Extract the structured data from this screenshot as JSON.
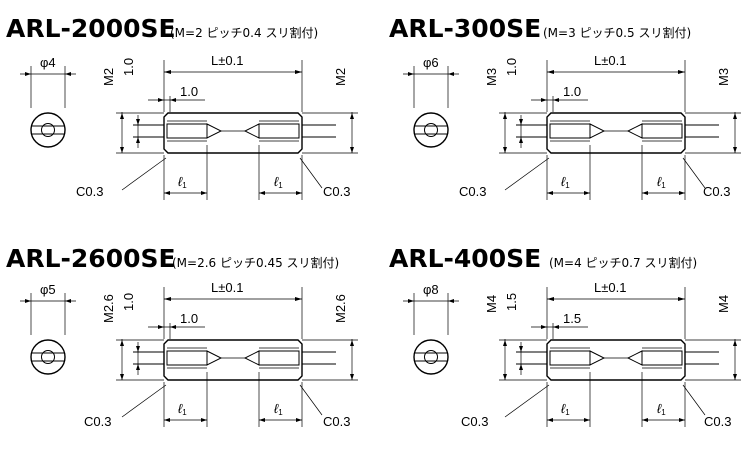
{
  "parts": [
    {
      "title": "ARL-2000SE",
      "spec": "(M=2 ピッチ0.4 スリ割付)",
      "dia": "φ4",
      "thread": "M2",
      "thread_right": "M2",
      "depth": "1.0",
      "slot": "1.0",
      "length": "L±0.1",
      "chamfer_left": "C0.3",
      "chamfer_right": "C0.3",
      "l1": "ℓ",
      "l1_sub": "1"
    },
    {
      "title": "ARL-300SE",
      "spec": "(M=3 ピッチ0.5  スリ割付)",
      "dia": "φ6",
      "thread": "M3",
      "thread_right": "M3",
      "depth": "1.0",
      "slot": "1.0",
      "length": "L±0.1",
      "chamfer_left": "C0.3",
      "chamfer_right": "C0.3",
      "l1": "ℓ",
      "l1_sub": "1"
    },
    {
      "title": "ARL-2600SE",
      "spec": "(M=2.6 ピッチ0.45 スリ割付)",
      "dia": "φ5",
      "thread": "M2.6",
      "thread_right": "M2.6",
      "depth": "1.0",
      "slot": "1.0",
      "length": "L±0.1",
      "chamfer_left": "C0.3",
      "chamfer_right": "C0.3",
      "l1": "ℓ",
      "l1_sub": "1"
    },
    {
      "title": "ARL-400SE",
      "spec": "(M=4 ピッチ0.7 スリ割付)",
      "dia": "φ8",
      "thread": "M4",
      "thread_right": "M4",
      "depth": "1.5",
      "slot": "1.5",
      "length": "L±0.1",
      "chamfer_left": "C0.3",
      "chamfer_right": "C0.3",
      "l1": "ℓ",
      "l1_sub": "1"
    }
  ]
}
